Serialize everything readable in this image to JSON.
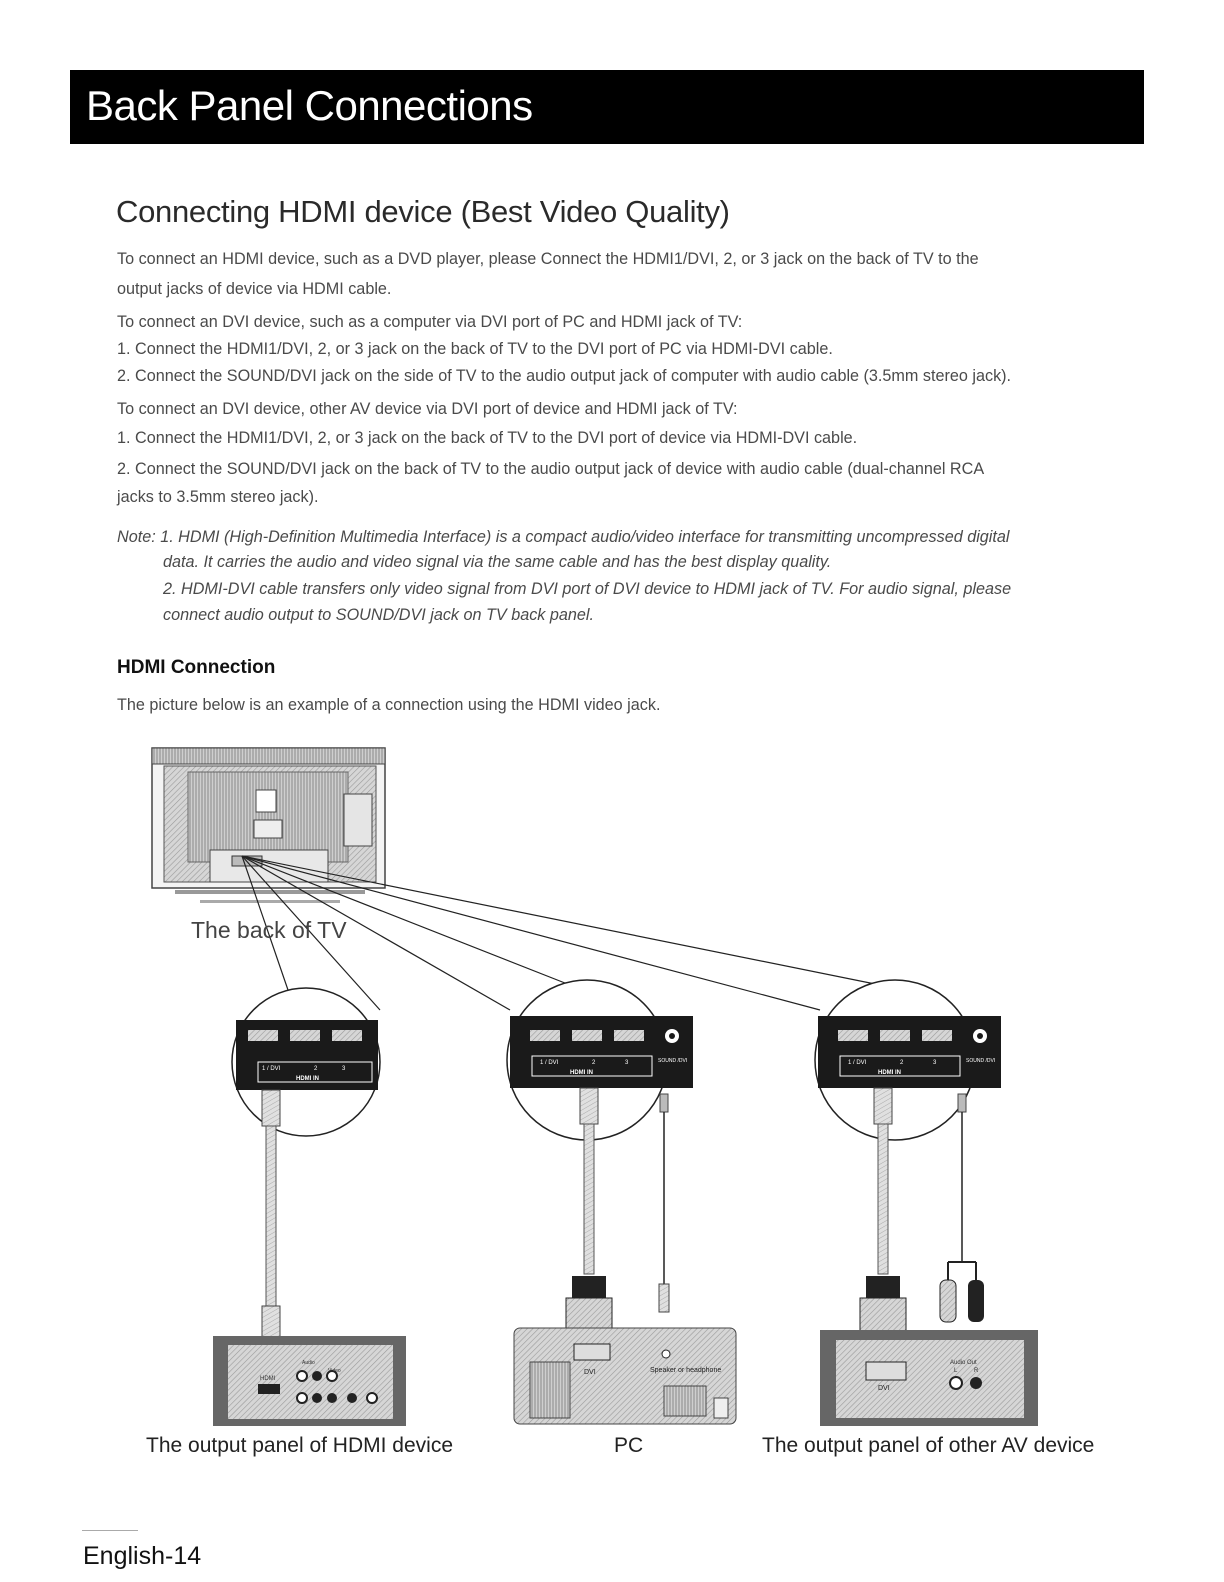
{
  "page": {
    "title": "Back Panel Connections",
    "section_title": "Connecting HDMI device (Best Video Quality)",
    "paragraphs": {
      "p1a": "To  connect an HDMI device, such as a DVD player, please Connect the HDMI1/DVI, 2, or 3 jack on the back of  TV to the",
      "p1b": "output jacks of device via HDMI cable.",
      "p2": "To connect an DVI device, such as a computer via DVI port of PC and HDMI jack of TV:",
      "p3": "1. Connect the HDMI1/DVI, 2, or 3 jack on the back of TV to the DVI port of PC via HDMI-DVI cable.",
      "p4": "2. Connect the SOUND/DVI jack on the side of TV to the audio output jack of computer with audio cable (3.5mm stereo jack).",
      "p5": "To connect an DVI device, other AV device via DVI port of device and HDMI jack of TV:",
      "p6": "1. Connect the HDMI1/DVI, 2, or 3 jack on the back of TV to the DVI port of device via HDMI-DVI cable.",
      "p7a": "2. Connect the SOUND/DVI jack on the back of TV to the audio output jack of device with audio cable (dual-channel RCA",
      "p7b": "jacks to 3.5mm stereo jack)."
    },
    "note": {
      "n1a": "Note: 1. HDMI (High-Definition Multimedia Interface) is a compact audio/video interface for transmitting uncompressed digital",
      "n1b": "data. It carries the audio and video signal via the same cable and has the best display quality.",
      "n2a": "2. HDMI-DVI cable transfers only video signal from DVI port of DVI device to HDMI jack of TV. For audio signal, please",
      "n2b": "connect audio output to SOUND/DVI jack on TV back panel."
    },
    "hdmi_heading": "HDMI Connection",
    "hdmi_desc": "The picture below is an example of a connection using the HDMI video jack.",
    "diagram": {
      "tv_label": "The back of TV",
      "port_labels": {
        "hdmi1": "1 / DVI",
        "hdmi2": "2",
        "hdmi3": "3",
        "hdmi_in": "HDMI IN",
        "sound_dvi": "SOUND /DVI"
      },
      "hdmi_device_labels": {
        "hdmi": "HDMI",
        "audio": "Audio",
        "video": "Video"
      },
      "pc_labels": {
        "dvi": "DVI",
        "speaker": "Speaker or headphone"
      },
      "av_labels": {
        "dvi": "DVI",
        "audio_out": "Audio Out",
        "l": "L",
        "r": "R"
      }
    },
    "captions": {
      "hdmi_device": "The output panel of  HDMI device",
      "pc": "PC",
      "av_device": "The output panel of other AV device"
    },
    "footer": "English-14"
  }
}
